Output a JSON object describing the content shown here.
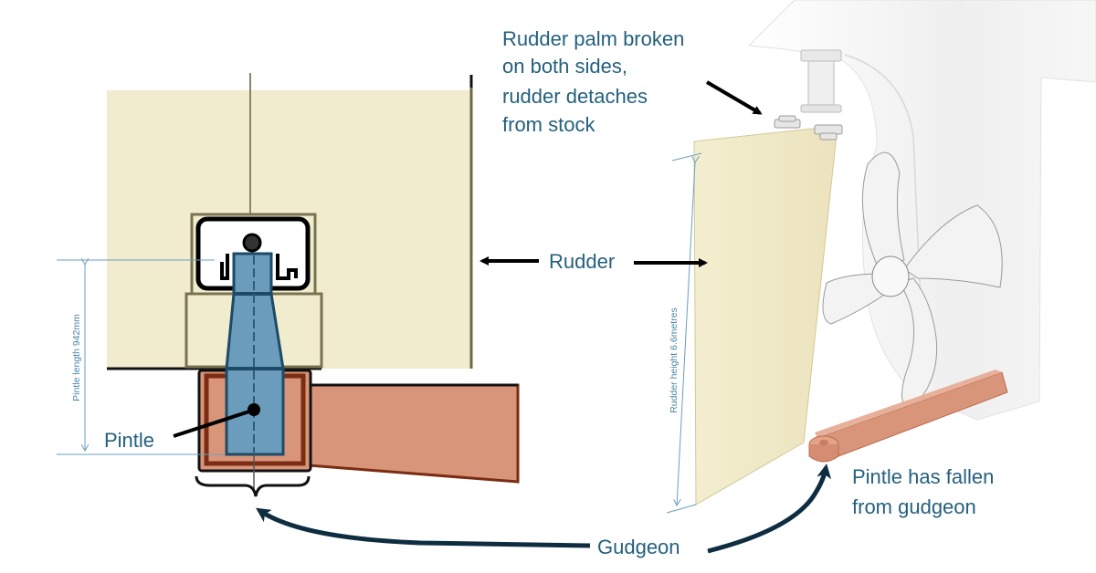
{
  "colors": {
    "label_text": "#24607e",
    "dimension_line": "#6a9fc0",
    "rudder_fill": "#f2ecce",
    "rudder_outline": "#7a7352",
    "pintle_fill": "#6b9cbc",
    "pintle_outline": "#1d4a66",
    "gudgeon_fill": "#d9957a",
    "gudgeon_outline": "#7a2d12",
    "arrow": "#000000",
    "curved_arrow": "#0f2d40",
    "hull": "#f1f1f1"
  },
  "labels": {
    "palm_broken": [
      "Rudder palm broken",
      "on both sides,",
      "rudder detaches",
      "from stock"
    ],
    "rudder": "Rudder",
    "pintle": "Pintle",
    "pintle_fallen": [
      "Pintle has fallen",
      "from gudgeon"
    ],
    "gudgeon": "Gudgeon"
  },
  "dimensions": {
    "pintle_length": "Pintle length 942mm",
    "rudder_height": "Rudder height 6.6metres"
  },
  "views": [
    {
      "id": "cross-section",
      "description": "Sectional drawing of rudder lower end with pintle seated in gudgeon"
    },
    {
      "id": "3d-render",
      "description": "3D render of detached rudder, stock, propeller and gudgeon arm"
    }
  ]
}
